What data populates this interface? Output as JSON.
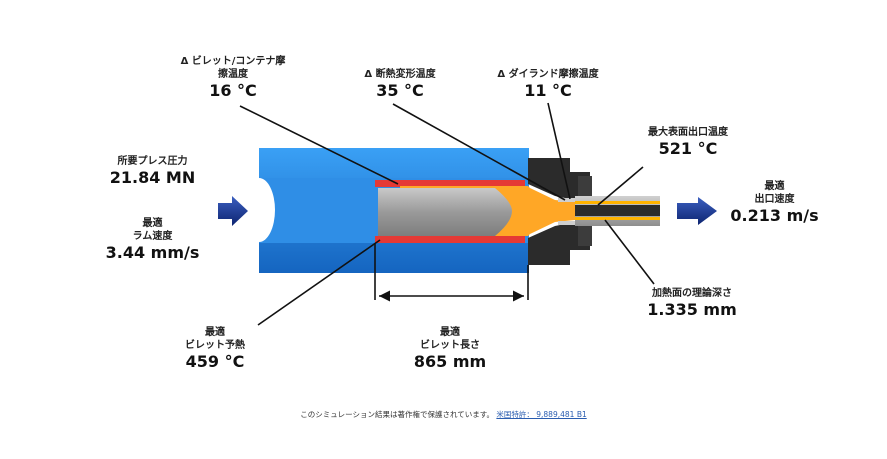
{
  "labels": {
    "friction_billet_container": {
      "title": "Δ ビレット/コンテナ摩\n擦温度",
      "value": "16 °C"
    },
    "adiabatic_deformation": {
      "title": "Δ 断熱変形温度",
      "value": "35 °C"
    },
    "die_land_friction": {
      "title": "Δ ダイランド摩擦温度",
      "value": "11 °C"
    },
    "required_press_force": {
      "title": "所要プレス圧力",
      "value": "21.84 MN"
    },
    "optimal_ram_speed": {
      "title": "最適\nラム速度",
      "value": "3.44 mm/s"
    },
    "max_surface_exit_temp": {
      "title": "最大表面出口温度",
      "value": "521 °C"
    },
    "optimal_exit_speed": {
      "title": "最適\n出口速度",
      "value": "0.213 m/s"
    },
    "heated_surface_depth": {
      "title": "加熱面の理論深さ",
      "value": "1.335 mm"
    },
    "optimal_billet_preheat": {
      "title": "最適\nビレット予熱",
      "value": "459 °C"
    },
    "optimal_billet_length": {
      "title": "最適\nビレット長さ",
      "value": "865 mm"
    }
  },
  "footer": {
    "text": "このシミュレーション結果は著作権で保護されています。",
    "patent_link": "米国特許： 9,889,481 B1"
  },
  "colors": {
    "container": "#1e88e5",
    "billet": "#9e9e9e",
    "hot_zone": "#ffa726",
    "friction": "#e53935",
    "die": "#2b2b2b",
    "arrow": "#1a3a8a"
  }
}
